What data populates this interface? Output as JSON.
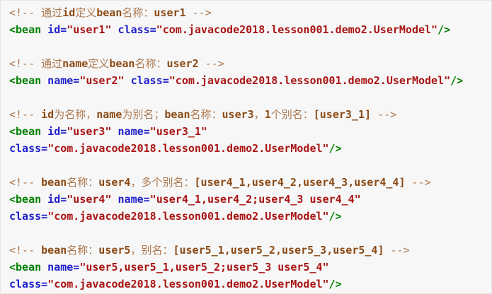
{
  "meta": {
    "content_type": "xml-code-snippet",
    "language": "xml",
    "description": "Spring bean definition examples with id/name naming and aliases"
  },
  "colors": {
    "bg": "#f7f7f7",
    "border": "#e5e5e5",
    "tag": "#008000",
    "attr": "#2020cc",
    "str": "#aa1414",
    "cm": "#ab7850",
    "cc": "#8b4a15"
  },
  "code": {
    "lines": [
      {
        "tokens": [
          {
            "y": "cm",
            "s": "<!-- "
          },
          {
            "y": "cm",
            "s": "通过"
          },
          {
            "y": "cc",
            "s": "id"
          },
          {
            "y": "cm",
            "s": "定义"
          },
          {
            "y": "cc",
            "s": "bean"
          },
          {
            "y": "cm",
            "s": "名称："
          },
          {
            "y": "cc",
            "s": "user1"
          },
          {
            "y": "cm",
            "s": " -->"
          }
        ]
      },
      {
        "tokens": [
          {
            "y": "tag",
            "s": "<bean"
          },
          {
            "y": "attr",
            "s": " id="
          },
          {
            "y": "str",
            "s": "\"user1\""
          },
          {
            "y": "attr",
            "s": " class="
          },
          {
            "y": "str",
            "s": "\"com.javacode2018.lesson001.demo2.UserModel\""
          },
          {
            "y": "tag",
            "s": "/>"
          }
        ]
      },
      {
        "tokens": []
      },
      {
        "tokens": [
          {
            "y": "cm",
            "s": "<!-- "
          },
          {
            "y": "cm",
            "s": "通过"
          },
          {
            "y": "cc",
            "s": "name"
          },
          {
            "y": "cm",
            "s": "定义"
          },
          {
            "y": "cc",
            "s": "bean"
          },
          {
            "y": "cm",
            "s": "名称："
          },
          {
            "y": "cc",
            "s": "user2"
          },
          {
            "y": "cm",
            "s": " -->"
          }
        ]
      },
      {
        "tokens": [
          {
            "y": "tag",
            "s": "<bean"
          },
          {
            "y": "attr",
            "s": " name="
          },
          {
            "y": "str",
            "s": "\"user2\""
          },
          {
            "y": "attr",
            "s": " class="
          },
          {
            "y": "str",
            "s": "\"com.javacode2018.lesson001.demo2.UserModel\""
          },
          {
            "y": "tag",
            "s": "/>"
          }
        ]
      },
      {
        "tokens": []
      },
      {
        "tokens": [
          {
            "y": "cm",
            "s": "<!-- "
          },
          {
            "y": "cc",
            "s": "id"
          },
          {
            "y": "cm",
            "s": "为名称，"
          },
          {
            "y": "cc",
            "s": "name"
          },
          {
            "y": "cm",
            "s": "为别名；"
          },
          {
            "y": "cc",
            "s": "bean"
          },
          {
            "y": "cm",
            "s": "名称："
          },
          {
            "y": "cc",
            "s": "user3"
          },
          {
            "y": "cm",
            "s": "，"
          },
          {
            "y": "cc",
            "s": "1"
          },
          {
            "y": "cm",
            "s": "个别名："
          },
          {
            "y": "cc",
            "s": "[user3_1]"
          },
          {
            "y": "cm",
            "s": " -->"
          }
        ]
      },
      {
        "tokens": [
          {
            "y": "tag",
            "s": "<bean"
          },
          {
            "y": "attr",
            "s": " id="
          },
          {
            "y": "str",
            "s": "\"user3\""
          },
          {
            "y": "attr",
            "s": " name="
          },
          {
            "y": "str",
            "s": "\"user3_1\""
          }
        ]
      },
      {
        "tokens": [
          {
            "y": "attr",
            "s": "class="
          },
          {
            "y": "str",
            "s": "\"com.javacode2018.lesson001.demo2.UserModel\""
          },
          {
            "y": "tag",
            "s": "/>"
          }
        ]
      },
      {
        "tokens": []
      },
      {
        "tokens": [
          {
            "y": "cm",
            "s": "<!-- "
          },
          {
            "y": "cc",
            "s": "bean"
          },
          {
            "y": "cm",
            "s": "名称："
          },
          {
            "y": "cc",
            "s": "user4"
          },
          {
            "y": "cm",
            "s": "，多个别名："
          },
          {
            "y": "cc",
            "s": "[user4_1,user4_2,user4_3,user4_4]"
          },
          {
            "y": "cm",
            "s": " -->"
          }
        ]
      },
      {
        "tokens": [
          {
            "y": "tag",
            "s": "<bean"
          },
          {
            "y": "attr",
            "s": " id="
          },
          {
            "y": "str",
            "s": "\"user4\""
          },
          {
            "y": "attr",
            "s": " name="
          },
          {
            "y": "str",
            "s": "\"user4_1,user4_2;user4_3 user4_4\""
          }
        ]
      },
      {
        "tokens": [
          {
            "y": "attr",
            "s": "class="
          },
          {
            "y": "str",
            "s": "\"com.javacode2018.lesson001.demo2.UserModel\""
          },
          {
            "y": "tag",
            "s": "/>"
          }
        ]
      },
      {
        "tokens": []
      },
      {
        "tokens": [
          {
            "y": "cm",
            "s": "<!-- "
          },
          {
            "y": "cc",
            "s": "bean"
          },
          {
            "y": "cm",
            "s": "名称："
          },
          {
            "y": "cc",
            "s": "user5"
          },
          {
            "y": "cm",
            "s": "，别名："
          },
          {
            "y": "cc",
            "s": "[user5_1,user5_2,user5_3,user5_4]"
          },
          {
            "y": "cm",
            "s": " -->"
          }
        ]
      },
      {
        "tokens": [
          {
            "y": "tag",
            "s": "<bean"
          },
          {
            "y": "attr",
            "s": " name="
          },
          {
            "y": "str",
            "s": "\"user5,user5_1,user5_2;user5_3 user5_4\""
          }
        ]
      },
      {
        "tokens": [
          {
            "y": "attr",
            "s": "class="
          },
          {
            "y": "str",
            "s": "\"com.javacode2018.lesson001.demo2.UserModel\""
          },
          {
            "y": "tag",
            "s": "/>"
          }
        ]
      }
    ]
  }
}
